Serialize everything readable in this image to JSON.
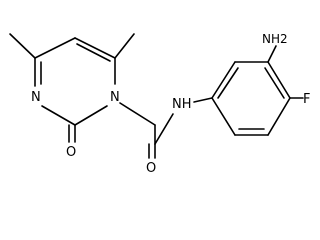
{
  "molecule": {
    "atom_labels": {
      "ring_nitrogen_top": "N",
      "ring_nitrogen_bottom": "N",
      "carbonyl_oxygen_ring": "O",
      "amide_nitrogen": "NH",
      "amide_oxygen": "O",
      "amino_group": "NH2",
      "fluorine": "F"
    }
  }
}
